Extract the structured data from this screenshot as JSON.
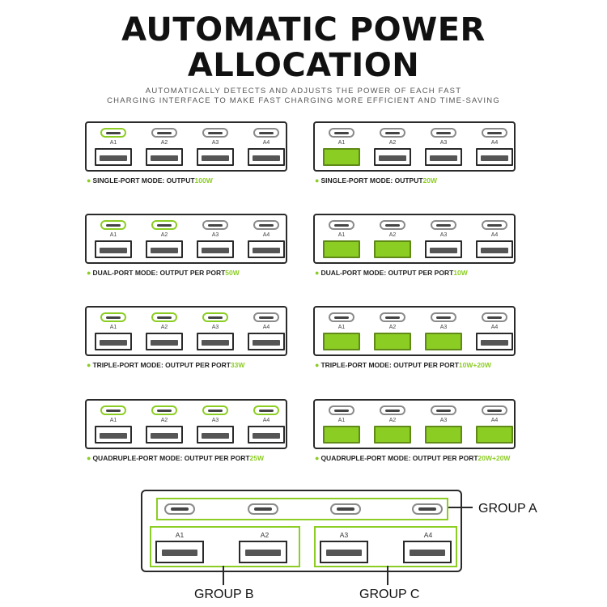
{
  "header": {
    "title_line1": "AUTOMATIC POWER",
    "title_line2": "ALLOCATION",
    "subtitle_line1": "AUTOMATICALLY DETECTS AND ADJUSTS THE POWER OF EACH FAST",
    "subtitle_line2": "CHARGING INTERFACE TO MAKE FAST CHARGING MORE EFFICIENT AND TIME-SAVING"
  },
  "port_labels": [
    "A1",
    "A2",
    "A3",
    "A4"
  ],
  "colors": {
    "accent": "#8ccd23",
    "outline": "#2a2a2a"
  },
  "modes": [
    {
      "label": "SINGLE-PORT MODE: OUTPUT",
      "value": "100W",
      "type_c_active": [
        true,
        false,
        false,
        false
      ],
      "usb_a_active": [
        false,
        false,
        false,
        false
      ]
    },
    {
      "label": "SINGLE-PORT MODE: OUTPUT",
      "value": "20W",
      "type_c_active": [
        false,
        false,
        false,
        false
      ],
      "usb_a_active": [
        true,
        false,
        false,
        false
      ]
    },
    {
      "label": "DUAL-PORT MODE: OUTPUT PER PORT",
      "value": "50W",
      "type_c_active": [
        true,
        true,
        false,
        false
      ],
      "usb_a_active": [
        false,
        false,
        false,
        false
      ]
    },
    {
      "label": "DUAL-PORT MODE: OUTPUT PER PORT",
      "value": "10W",
      "type_c_active": [
        false,
        false,
        false,
        false
      ],
      "usb_a_active": [
        true,
        true,
        false,
        false
      ]
    },
    {
      "label": "TRIPLE-PORT MODE: OUTPUT PER PORT",
      "value": "33W",
      "type_c_active": [
        true,
        true,
        true,
        false
      ],
      "usb_a_active": [
        false,
        false,
        false,
        false
      ]
    },
    {
      "label": "TRIPLE-PORT MODE: OUTPUT PER PORT",
      "value": "10W+20W",
      "type_c_active": [
        false,
        false,
        false,
        false
      ],
      "usb_a_active": [
        true,
        true,
        true,
        false
      ]
    },
    {
      "label": "QUADRUPLE-PORT MODE: OUTPUT PER PORT",
      "value": "25W",
      "type_c_active": [
        true,
        true,
        true,
        true
      ],
      "usb_a_active": [
        false,
        false,
        false,
        false
      ]
    },
    {
      "label": "QUADRUPLE-PORT MODE: OUTPUT PER PORT",
      "value": "20W+20W",
      "type_c_active": [
        false,
        false,
        false,
        false
      ],
      "usb_a_active": [
        true,
        true,
        true,
        true
      ]
    }
  ],
  "groups": {
    "group_a": "GROUP A",
    "group_b": "GROUP B",
    "group_c": "GROUP C"
  }
}
